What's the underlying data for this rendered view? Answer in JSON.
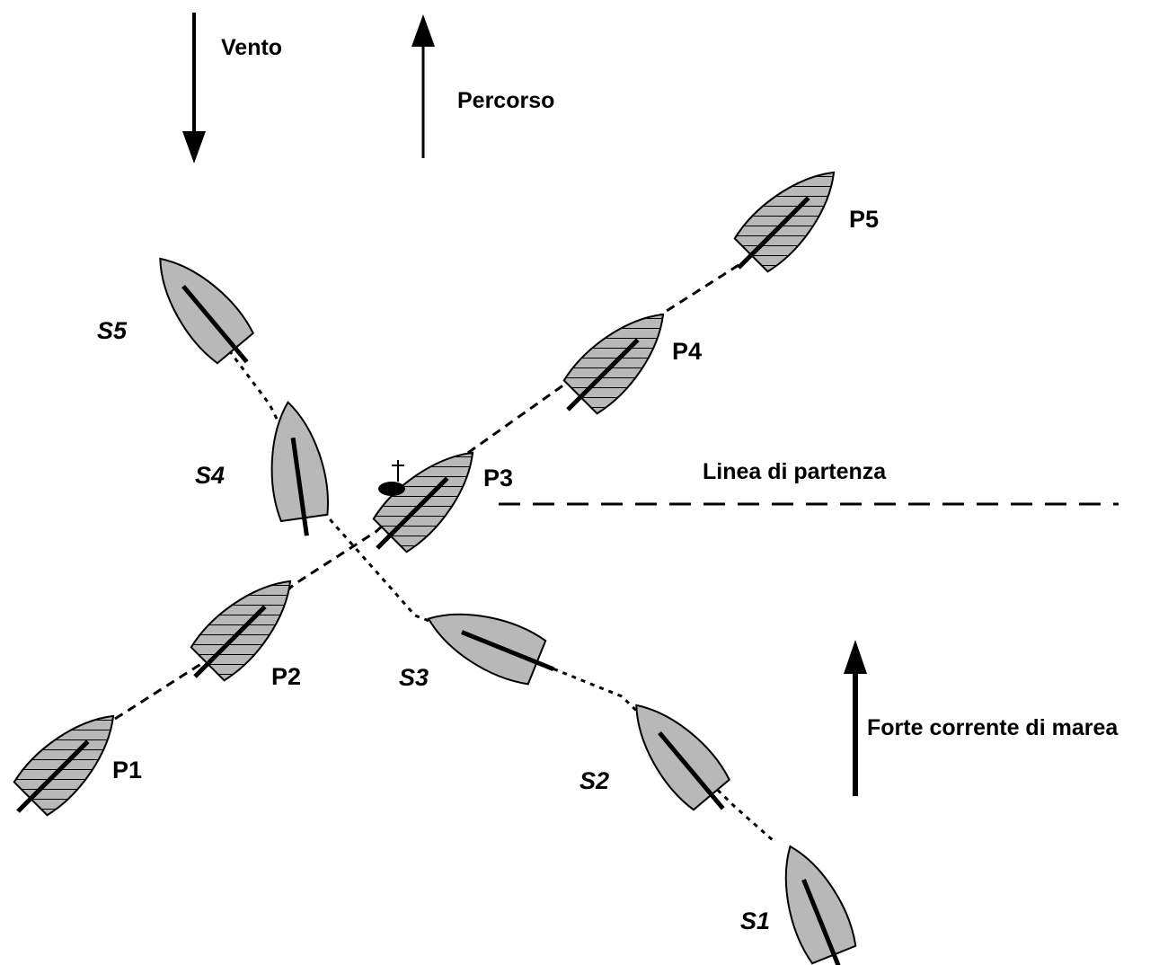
{
  "labels": {
    "wind": "Vento",
    "course": "Percorso",
    "start_line": "Linea di partenza",
    "current": "Forte corrente di marea"
  },
  "port_boats": [
    {
      "id": "p1",
      "label": "P1"
    },
    {
      "id": "p2",
      "label": "P2"
    },
    {
      "id": "p3",
      "label": "P3"
    },
    {
      "id": "p4",
      "label": "P4"
    },
    {
      "id": "p5",
      "label": "P5"
    }
  ],
  "starboard_boats": [
    {
      "id": "s1",
      "label": "S1"
    },
    {
      "id": "s2",
      "label": "S2"
    },
    {
      "id": "s3",
      "label": "S3"
    },
    {
      "id": "s4",
      "label": "S4"
    },
    {
      "id": "s5",
      "label": "S5"
    }
  ],
  "colors": {
    "hull": "#b8b8b8",
    "outline": "#000000",
    "background": "#ffffff"
  }
}
